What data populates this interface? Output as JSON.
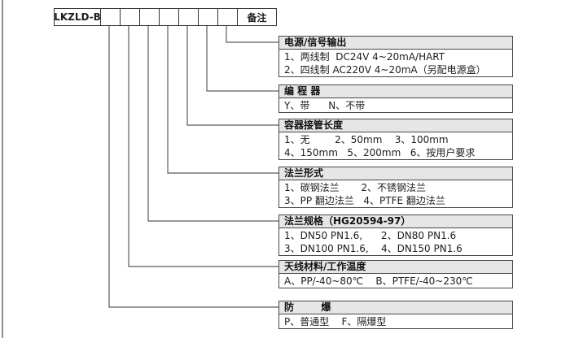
{
  "code_table": {
    "model": "LKZLD-B",
    "remark_label": "备注"
  },
  "sections": [
    {
      "title": "电源/信号输出",
      "lines": [
        "1、两线制  DC24V 4~20mA/HART",
        "2、四线制 AC220V 4~20mA（另配电源盒）"
      ]
    },
    {
      "title": "编 程 器",
      "lines": [
        "Y、带      N、不带"
      ]
    },
    {
      "title": "容器接管长度",
      "lines": [
        "1、无        2、50mm    3、100mm",
        "4、150mm   5、200mm   6、按用户要求"
      ]
    },
    {
      "title": "法兰形式",
      "lines": [
        "1、碳钢法兰       2、不锈钢法兰",
        "3、PP 翻边法兰   4、PTFE 翻边法兰"
      ]
    },
    {
      "title": "法兰规格（HG20594-97）",
      "lines": [
        "1、DN50 PN1.6,      2、DN80 PN1.6",
        "3、DN100 PN1.6,    4、DN150 PN1.6"
      ]
    },
    {
      "title": "天线材料/工作温度",
      "lines": [
        "A、PP/-40~80℃    B、PTFE/-40~230℃"
      ]
    },
    {
      "title": "防        爆",
      "lines": [
        "P、普通型    F、隔爆型"
      ]
    }
  ]
}
